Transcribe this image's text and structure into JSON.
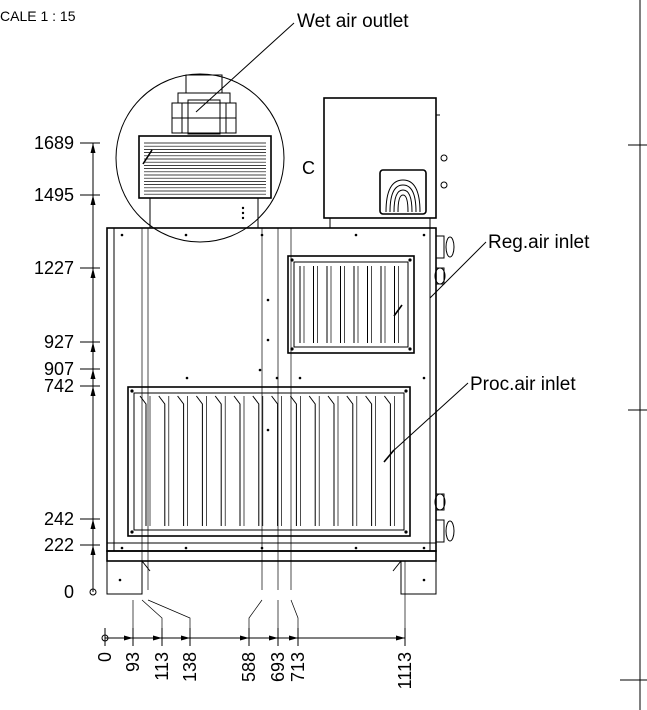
{
  "scale_label": "CALE 1 : 15",
  "callouts": {
    "wet_air_outlet": "Wet air outlet",
    "reg_air_inlet": "Reg.air inlet",
    "proc_air_inlet": "Proc.air inlet",
    "detail_c": "C"
  },
  "vertical_dims": [
    "1689",
    "1495",
    "1227",
    "927",
    "907",
    "742",
    "242",
    "222",
    "0"
  ],
  "horizontal_dims": [
    "0",
    "93",
    "113",
    "138",
    "588",
    "693",
    "713",
    "1113"
  ]
}
